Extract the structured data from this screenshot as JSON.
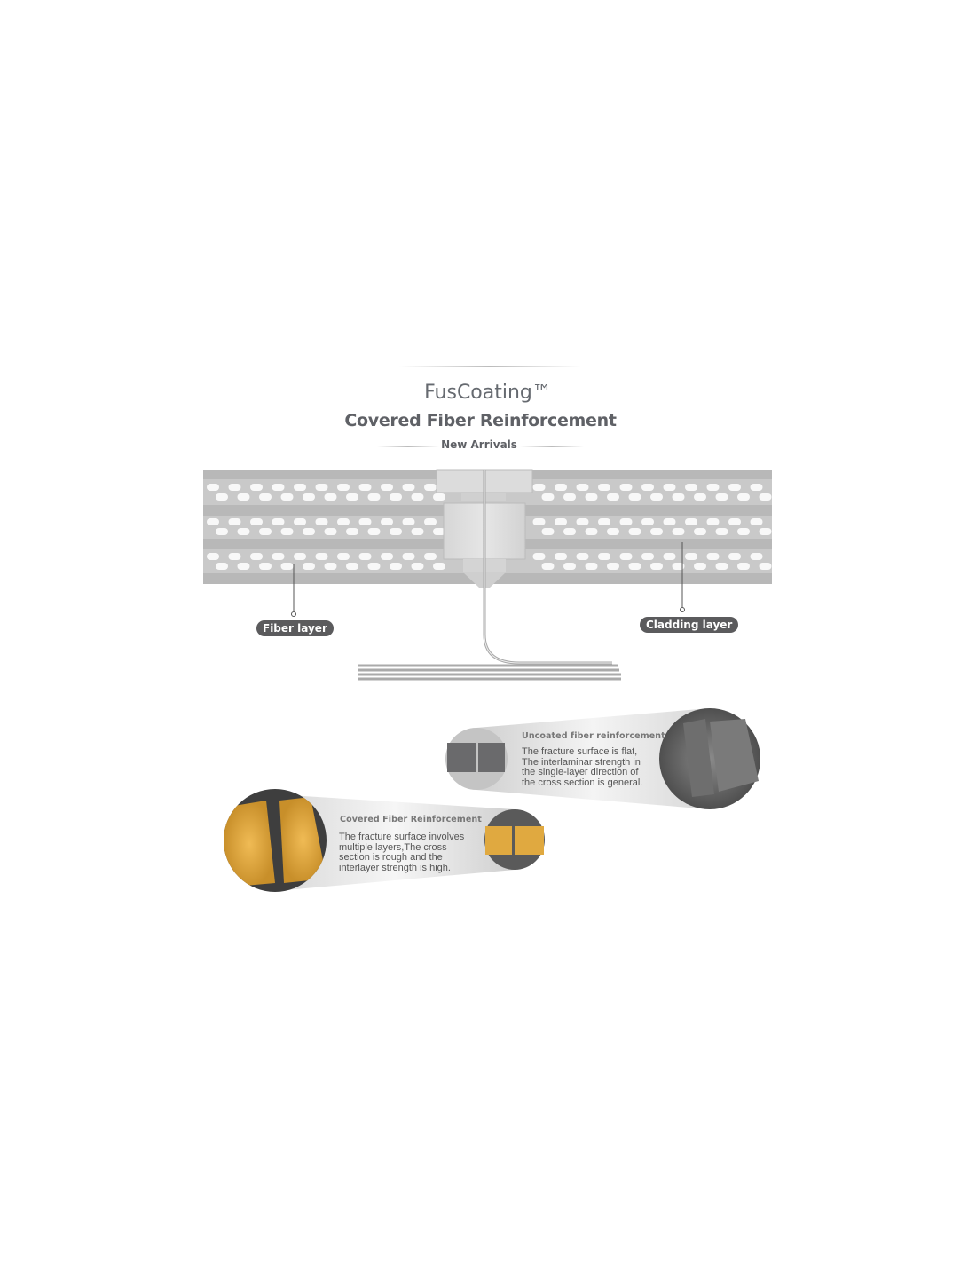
{
  "header": {
    "title": "FusCoating™",
    "subtitle": "Covered Fiber Reinforcement",
    "tagline": "New Arrivals"
  },
  "diagram": {
    "fiber_label": "Fiber layer",
    "cladding_label": "Cladding layer"
  },
  "comparisons": [
    {
      "heading": "Uncoated fiber reinforcement",
      "text": "The fracture surface is flat, The interlaminar strength in the single-layer direction of the cross section is general.",
      "color": "#6a6a6c"
    },
    {
      "heading": "Covered Fiber Reinforcement",
      "text": "The fracture surface involves multiple layers,The cross section is rough and the interlayer strength is high.",
      "color": "#e0a940"
    }
  ]
}
